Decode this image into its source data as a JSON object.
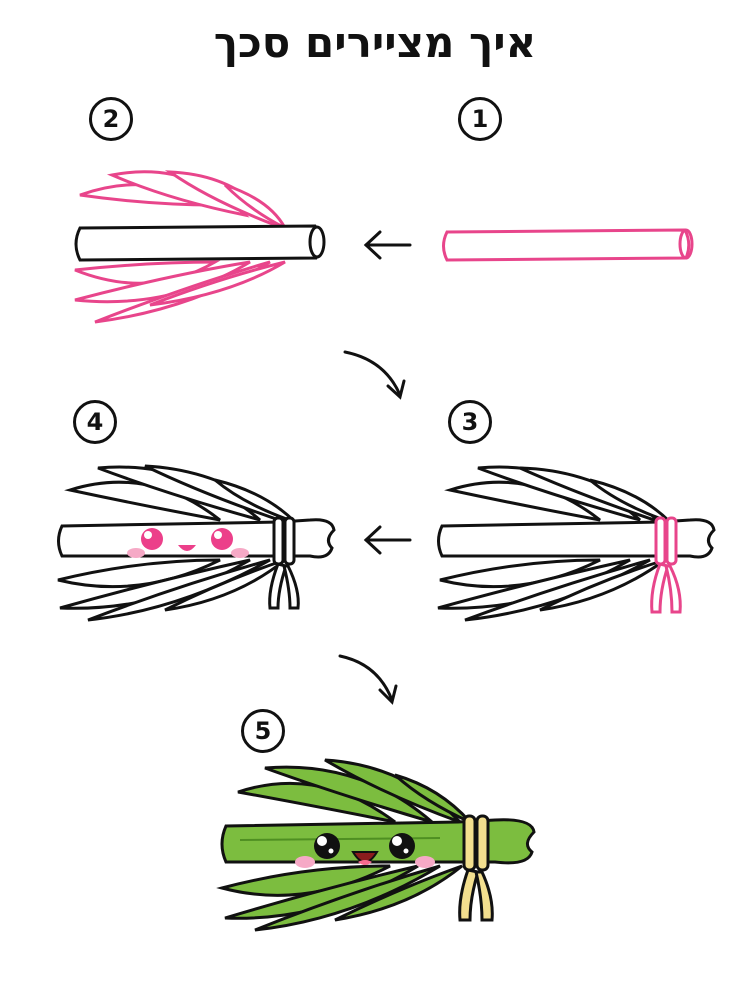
{
  "title": "איך מציירים סכך",
  "steps": [
    {
      "number": "1"
    },
    {
      "number": "2"
    },
    {
      "number": "3"
    },
    {
      "number": "4"
    },
    {
      "number": "5"
    }
  ],
  "colors": {
    "guide": "#e8458b",
    "outline": "#111111",
    "leaf_fill": "#7cbd3f",
    "leaf_dark": "#4f8f22",
    "tie_fill": "#f3df8f",
    "blush": "#f6a9c6",
    "eye_pink": "#ec3f8a"
  },
  "icons": [
    "arrow-left-icon",
    "curved-arrow-icon"
  ]
}
